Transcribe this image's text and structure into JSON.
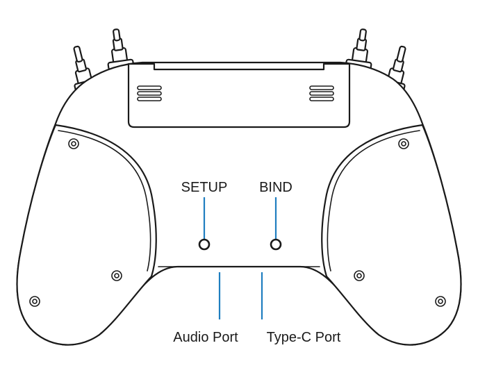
{
  "labels": {
    "setup": "SETUP",
    "bind": "BIND",
    "audio_port": "Audio Port",
    "typec_port": "Type-C Port"
  },
  "colors": {
    "leader": "#1f7ec0",
    "outline": "#1a1a1a"
  }
}
